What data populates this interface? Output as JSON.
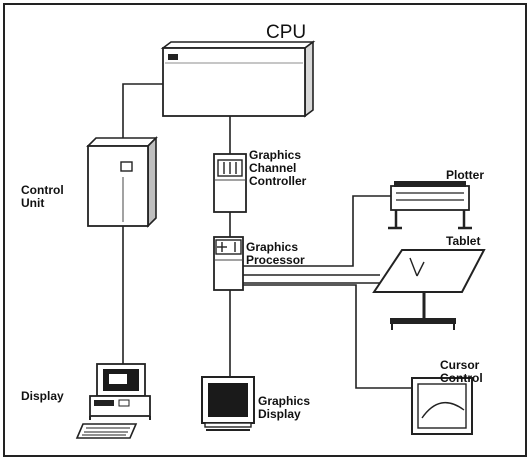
{
  "labels": {
    "cpu": "CPU",
    "control_unit": [
      "Control",
      "Unit"
    ],
    "graphics_channel_controller": [
      "Graphics",
      "Channel",
      "Controller"
    ],
    "graphics_processor": [
      "Graphics",
      "Processor"
    ],
    "plotter": "Plotter",
    "tablet": "Tablet",
    "cursor_control": [
      "Cursor",
      "Control"
    ],
    "display": "Display",
    "graphics_display": [
      "Graphics",
      "Display"
    ]
  }
}
